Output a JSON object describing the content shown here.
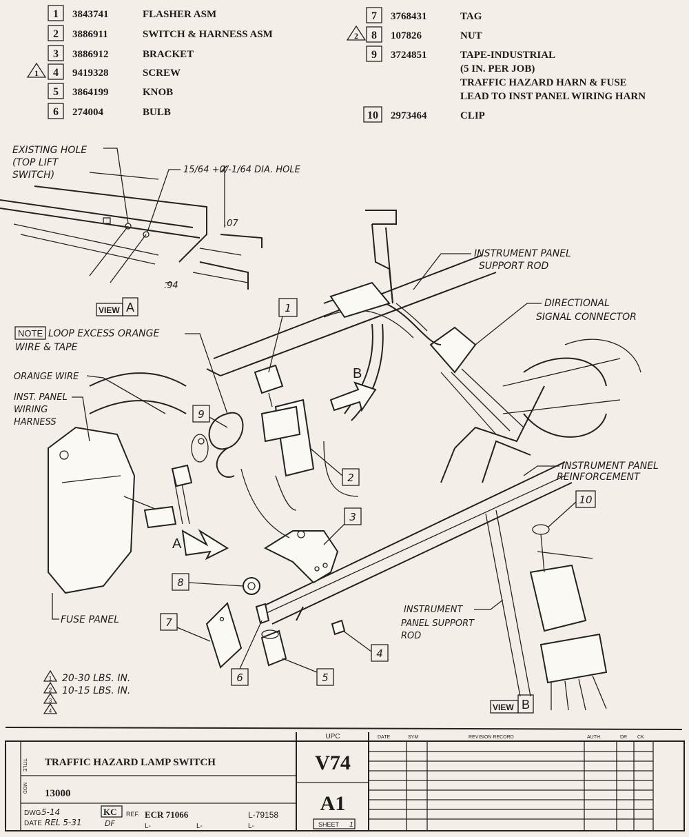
{
  "parts_left": [
    {
      "num": "1",
      "part": "3843741",
      "desc": "FLASHER ASM",
      "flag": ""
    },
    {
      "num": "2",
      "part": "3886911",
      "desc": "SWITCH & HARNESS ASM",
      "flag": ""
    },
    {
      "num": "3",
      "part": "3886912",
      "desc": "BRACKET",
      "flag": ""
    },
    {
      "num": "4",
      "part": "9419328",
      "desc": "SCREW",
      "flag": "1"
    },
    {
      "num": "5",
      "part": "3864199",
      "desc": "KNOB",
      "flag": ""
    },
    {
      "num": "6",
      "part": "274004",
      "desc": "BULB",
      "flag": ""
    }
  ],
  "parts_right": [
    {
      "num": "7",
      "part": "3768431",
      "desc": "TAG",
      "flag": ""
    },
    {
      "num": "8",
      "part": "107826",
      "desc": "NUT",
      "flag": "2"
    },
    {
      "num": "9",
      "part": "3724851",
      "desc": "TAPE-INDUSTRIAL",
      "desc2": "(5 IN. PER JOB)",
      "desc3": "TRAFFIC HAZARD HARN & FUSE",
      "desc4": "LEAD TO INST PANEL WIRING HARN",
      "flag": ""
    },
    {
      "num": "10",
      "part": "2973464",
      "desc": "CLIP",
      "flag": ""
    }
  ],
  "labels": {
    "existing_hole_1": "EXISTING HOLE",
    "existing_hole_2": "(TOP LIFT",
    "existing_hole_3": "SWITCH)",
    "dia_hole": "15/64 +0/-1/64 DIA. HOLE",
    "dim_07": ".07",
    "dim_94": ".94",
    "view_a_word": "VIEW",
    "view_a_letter": "A",
    "note_box": "NOTE",
    "note_1": "LOOP EXCESS ORANGE",
    "note_2": "WIRE & TAPE",
    "orange_wire": "ORANGE WIRE",
    "inst_panel_harness_1": "INST. PANEL",
    "inst_panel_harness_2": "WIRING",
    "inst_panel_harness_3": "HARNESS",
    "fuse_panel": "FUSE PANEL",
    "ip_support_rod_1": "INSTRUMENT PANEL",
    "ip_support_rod_2": "SUPPORT ROD",
    "directional_1": "DIRECTIONAL",
    "directional_2": "SIGNAL CONNECTOR",
    "ip_reinf_1": "INSTRUMENT PANEL",
    "ip_reinf_2": "REINFORCEMENT",
    "ip_support_rod_b_1": "INSTRUMENT",
    "ip_support_rod_b_2": "PANEL SUPPORT",
    "ip_support_rod_b_3": "ROD",
    "arrow_a": "A",
    "arrow_b": "B",
    "view_b_word": "VIEW",
    "view_b_letter": "B",
    "callout_1": "1",
    "callout_2": "2",
    "callout_3": "3",
    "callout_4": "4",
    "callout_5": "5",
    "callout_6": "6",
    "callout_7": "7",
    "callout_8": "8",
    "callout_9": "9",
    "callout_10": "10",
    "torque_1": "20-30 LBS. IN.",
    "torque_2": "10-15 LBS. IN.",
    "torque_flag_1": "1",
    "torque_flag_2": "2",
    "torque_flag_3": "3",
    "torque_flag_4": "4"
  },
  "title_block": {
    "title_side": "TITLE",
    "title": "TRAFFIC HAZARD LAMP SWITCH",
    "mod_side": "MOD",
    "model": "13000",
    "dwg_label": "DWG",
    "dwg_value": "5-14",
    "date_label": "DATE",
    "date_value": "REL 5-31",
    "kc": "KC",
    "df": "DF",
    "ref_label": "REF.",
    "ref_value": "ECR 71066",
    "l_number": "L-79158",
    "l1": "L-",
    "l2": "L-",
    "l3": "L-",
    "upc_head": "UPC",
    "upc": "V74",
    "sheet_code": "A1",
    "sheet_label": "SHEET",
    "sheet_num": "1",
    "rev_cols": [
      "DATE",
      "SYM",
      "REVISION RECORD",
      "AUTH.",
      "DR",
      "CK"
    ]
  }
}
